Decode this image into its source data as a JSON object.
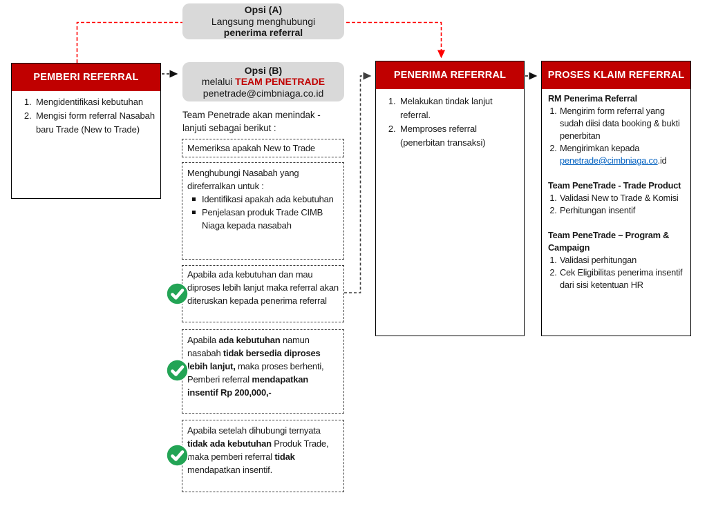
{
  "colors": {
    "header_red": "#C00000",
    "accent_red": "#FF0000",
    "gray_box": "#D9D9D9",
    "check_green": "#23A455",
    "link_blue": "#0563C1",
    "connector_dark": "#3F3F3F"
  },
  "opsi_a": {
    "title": "Opsi (A)",
    "line1": "Langsung menghubungi",
    "line2": "penerima referral"
  },
  "opsi_b": {
    "title": "Opsi (B)",
    "melalui_prefix": "melalui ",
    "team": "TEAM PENETRADE",
    "email": "penetrade@cimbniaga.co.id"
  },
  "pemberi": {
    "header": "PEMBERI REFERRAL",
    "items": [
      "Mengidentifikasi kebutuhan",
      "Mengisi form referral Nasabah baru Trade (New to Trade)"
    ]
  },
  "middle": {
    "intro_line1": "Team Penetrade akan menindak -",
    "intro_line2": "lanjuti sebagai berikut :",
    "step1": "Memeriksa apakah New to Trade",
    "step2_lead": "Menghubungi Nasabah yang direferralkan untuk :",
    "step2_bullets": [
      "Identifikasi apakah ada kebutuhan",
      "Penjelasan produk Trade CIMB Niaga kepada nasabah"
    ],
    "step3": "Apabila ada kebutuhan dan mau diproses lebih lanjut maka referral akan diteruskan kepada penerima referral",
    "step4_runs": [
      "Apabila ",
      "ada kebutuhan",
      " namun nasabah ",
      "tidak bersedia diproses lebih lanjut,",
      " maka proses berhenti, Pemberi referral ",
      "mendapatkan insentif Rp 200,000,-"
    ],
    "step5_runs": [
      "Apabila setelah dihubungi ternyata ",
      "tidak ada kebutuhan",
      " Produk Trade, maka pemberi referral ",
      "tidak",
      " mendapatkan insentif."
    ]
  },
  "penerima": {
    "header": "PENERIMA REFERRAL",
    "items": [
      "Melakukan tindak lanjut referral.",
      "Memproses referral (penerbitan transaksi)"
    ]
  },
  "proses": {
    "header": "PROSES KLAIM REFERRAL",
    "s1_title": "RM Penerima Referral",
    "s1_item1": "Mengirim form referral yang sudah diisi data booking & bukti penerbitan",
    "s1_item2_prefix": "Mengirimkan kepada ",
    "s1_item2_link": "penetrade@cimbniaga.co",
    "s1_item2_suffix": ".id",
    "s2_title": "Team PeneTrade - Trade Product",
    "s2_items": [
      "Validasi New to Trade & Komisi",
      "Perhitungan insentif"
    ],
    "s3_title": "Team PeneTrade – Program & Campaign",
    "s3_items": [
      "Validasi perhitungan",
      "Cek Eligibilitas penerima insentif dari sisi ketentuan HR"
    ]
  }
}
